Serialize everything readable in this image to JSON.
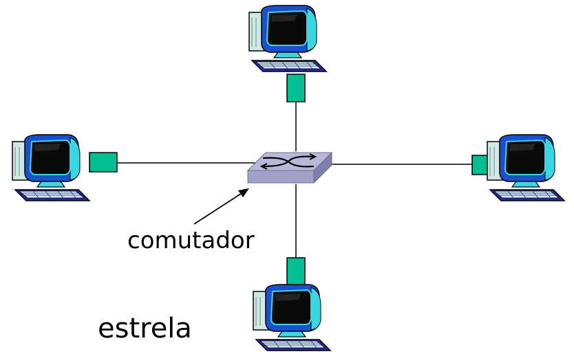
{
  "switch_label": "comutador",
  "topology_label": "estrela",
  "colors": {
    "link": "#000000",
    "nic": "#00bf93",
    "switch_top": "#b8b8d8",
    "switch_front": "#8f8fbb",
    "monitor_blue": "#1a4fd0",
    "monitor_cyan": "#3bd6e3",
    "cpu": "#cfe8e4",
    "keyboard": "#2a2aa0"
  },
  "nodes": [
    {
      "name": "computer-top",
      "side": "top"
    },
    {
      "name": "computer-left",
      "side": "left"
    },
    {
      "name": "computer-right",
      "side": "right"
    },
    {
      "name": "computer-bottom",
      "side": "bottom"
    }
  ]
}
